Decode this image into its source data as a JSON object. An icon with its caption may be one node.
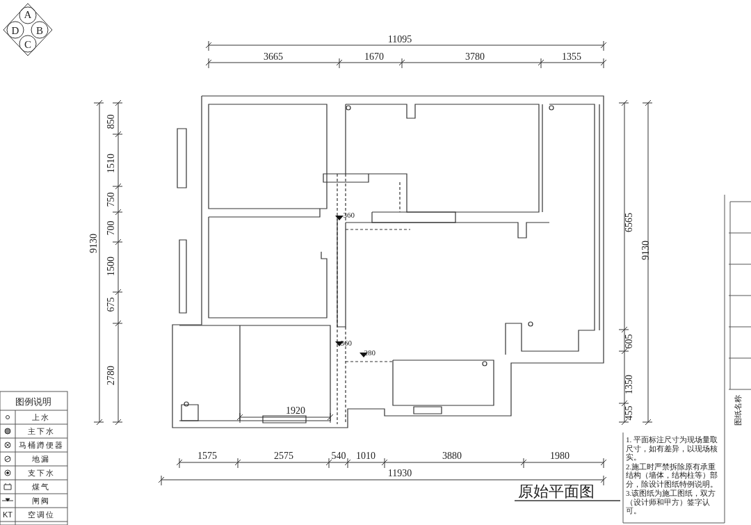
{
  "diagram": {
    "title": "原始平面图",
    "labels": [
      "A",
      "D",
      "B",
      "C",
      "11095",
      "3665",
      "1670",
      "3780",
      "1355",
      "850",
      "1510",
      "750",
      "700",
      "1500",
      "675",
      "2780",
      "9130",
      "6565",
      "9130",
      "605",
      "1350",
      "455",
      "-360",
      "-360",
      "-280",
      "1920",
      "图例说明",
      "KT",
      "1575",
      "2575",
      "540",
      "1010",
      "3880",
      "1980",
      "11930",
      "1. 平面标注尺寸为现场量取尺寸，如有差异，以现场核实。",
      "2.施工时严禁拆除原有承重结构（墙体，结构柱等）部分，除设计图纸特例说明。",
      "3.该图纸为施工图纸，双方（设计师和甲方）签字认可。",
      "图纸名称"
    ],
    "legend": [
      {
        "text": "上水"
      },
      {
        "text": "主下水"
      },
      {
        "text": "马桶蹲便器"
      },
      {
        "text": "地漏"
      },
      {
        "text": "支下水"
      },
      {
        "text": "煤气"
      },
      {
        "text": "闸阀"
      },
      {
        "text": "空调位"
      }
    ]
  }
}
